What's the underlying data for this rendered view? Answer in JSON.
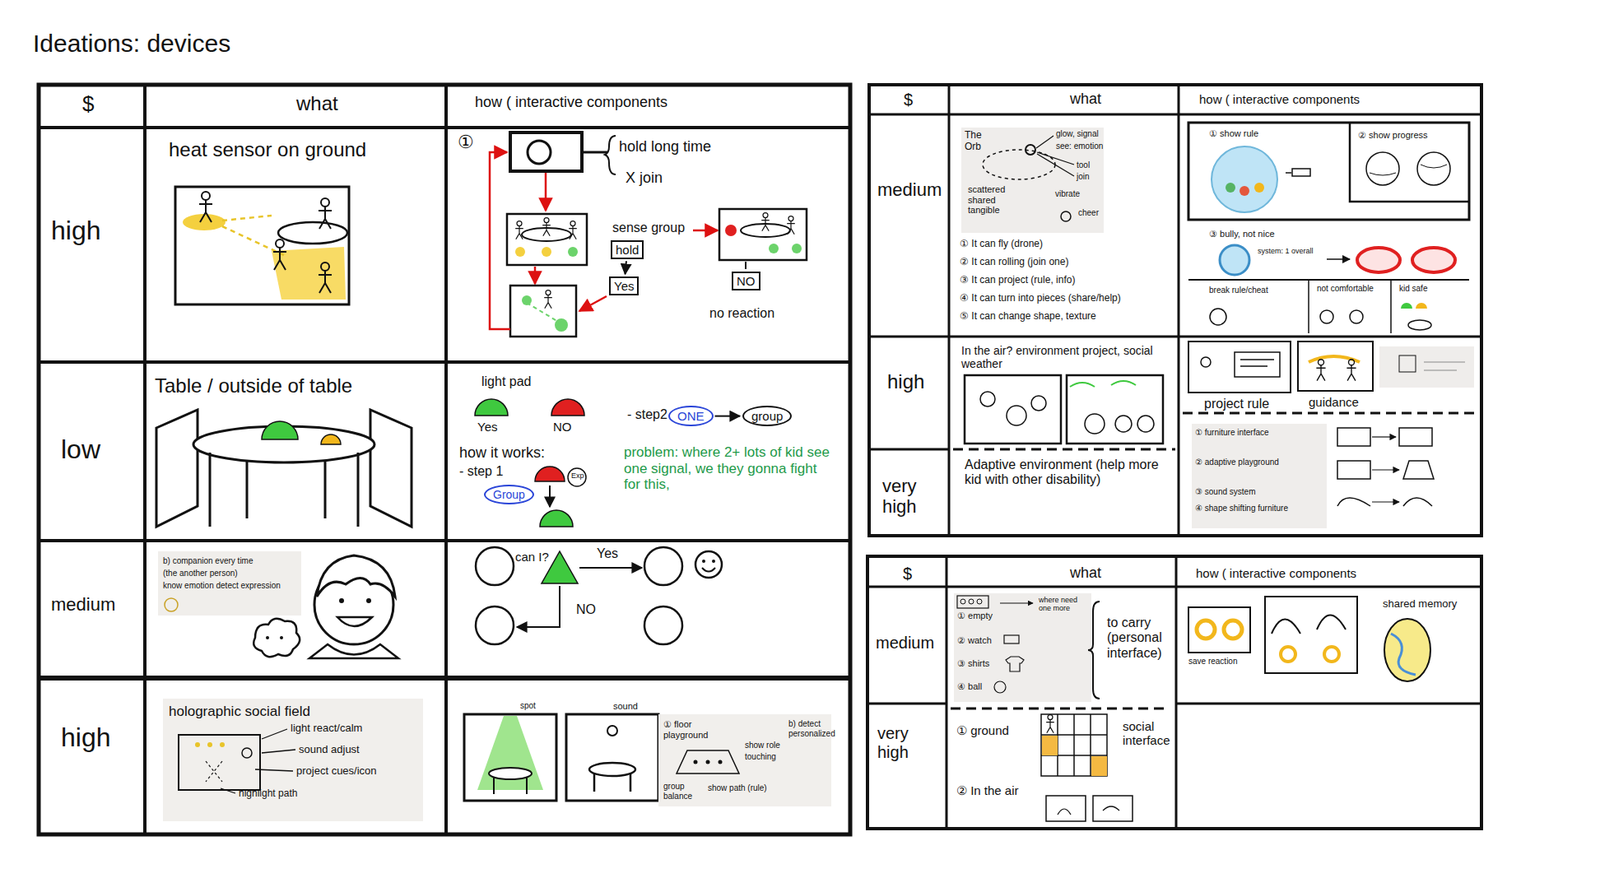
{
  "diagram": {
    "title": "Ideations: devices",
    "nodes": [
      {
        "text": [
          "hold"
        ]
      },
      {
        "text": [
          "Yes"
        ]
      },
      {
        "text": [
          "NO"
        ]
      },
      {
        "text": [
          "ONE"
        ]
      },
      {
        "text": [
          "group"
        ]
      },
      {
        "text": [
          "Group"
        ]
      }
    ],
    "edges": [
      {
        "from": 0,
        "to": 1,
        "arrow": "to"
      },
      {
        "from": 3,
        "to": 4,
        "arrow": "to"
      }
    ],
    "labels": [
      "$",
      "what",
      "how ( interactive components",
      "high",
      "heat sensor on ground",
      "①",
      "hold long time",
      "X join",
      "sense group",
      "no reaction",
      "low",
      "Table / outside of table",
      "light pad",
      "Yes",
      "NO",
      "how it works:",
      "- step 1",
      "Exp",
      "- step2",
      "problem: where 2+ lots of kid see one signal, we they gonna fight for this,",
      "medium",
      "b) companion every time",
      "(the another person)",
      "know emotion detect expression",
      "can I?",
      "Yes",
      "NO",
      "high",
      "holographic social field",
      "light react/calm",
      "sound adjust",
      "project cues/icon",
      "highlight path",
      "spot",
      "sound",
      "① floor playground",
      "show role",
      "touching",
      "show path (rule)",
      "group balance",
      "b) detect personalized",
      "$",
      "what",
      "how ( interactive components",
      "medium",
      "The Orb",
      "glow, signal",
      "see: emotion",
      "tool",
      "join",
      "vibrate",
      "cheer",
      "scattered shared tangible",
      "① It can fly (drone)",
      "② It can rolling (join one)",
      "③ It can project (rule, info)",
      "④ It can turn into pieces (share/help)",
      "⑤ It can change shape, texture",
      "① show rule",
      "② show progress",
      "③ bully, not nice",
      "system: 1 overall",
      "break rule/cheat",
      "not comfortable",
      "kid safe",
      "high",
      "In the air? environment project, social weather",
      "project rule",
      "guidance",
      "very high",
      "Adaptive environment (help more kid with other disability)",
      "① furniture interface",
      "② adaptive playground",
      "③ sound system",
      "④ shape shifting furniture",
      "$",
      "what",
      "how ( interactive components",
      "medium",
      "① empty",
      "where need one more",
      "② watch",
      "③ shirts",
      "④ ball",
      "to carry (personal interface)",
      "save reaction",
      "shared memory",
      "very high",
      "① ground",
      "social interface",
      "② In the air"
    ]
  }
}
